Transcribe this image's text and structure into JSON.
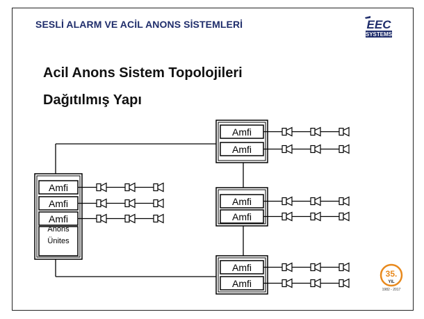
{
  "header": {
    "title": "SESLİ ALARM VE ACİL ANONS SİSTEMLERİ"
  },
  "logo": {
    "line1": "EEC",
    "line2": "SYSTEMS",
    "color": "#1f2d6b"
  },
  "slide": {
    "title": "Acil Anons Sistem Topolojileri",
    "subtitle": "Dağıtılmış Yapı"
  },
  "diagram": {
    "amp_label": "Amfi",
    "unit_label_line1": "Anons",
    "unit_label_line2": "Ünites",
    "speakers_per_amp": 3
  },
  "badge": {
    "number": "35.",
    "word": "YIL",
    "years": "1982 - 2017",
    "color": "#e8891d"
  }
}
